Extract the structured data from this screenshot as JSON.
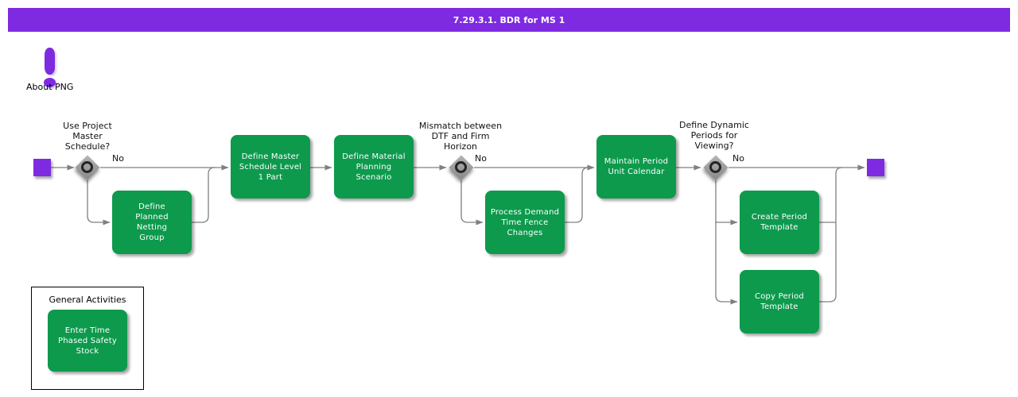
{
  "title": "7.29.3.1. BDR for MS 1",
  "about_label": "About PNG",
  "colors": {
    "purple": "#7E2AE1",
    "green": "#0D9A4D",
    "line": "#808080"
  },
  "decisions": [
    {
      "question": "Use Project\nMaster\nSchedule?",
      "branch_label": "No"
    },
    {
      "question": "Mismatch between\nDTF and Firm\nHorizon",
      "branch_label": "No"
    },
    {
      "question": "Define Dynamic\nPeriods for\nViewing?",
      "branch_label": "No"
    }
  ],
  "activities": [
    {
      "label": "Define\nPlanned\nNetting\nGroup"
    },
    {
      "label": "Define Master\nSchedule Level\n1 Part"
    },
    {
      "label": "Define Material\nPlanning\nScenario"
    },
    {
      "label": "Process Demand\nTime Fence\nChanges"
    },
    {
      "label": "Maintain Period\nUnit Calendar"
    },
    {
      "label": "Create Period\nTemplate"
    },
    {
      "label": "Copy Period\nTemplate"
    }
  ],
  "general_activities": {
    "title": "General Activities",
    "activities": [
      {
        "label": "Enter Time\nPhased Safety\nStock"
      }
    ]
  }
}
